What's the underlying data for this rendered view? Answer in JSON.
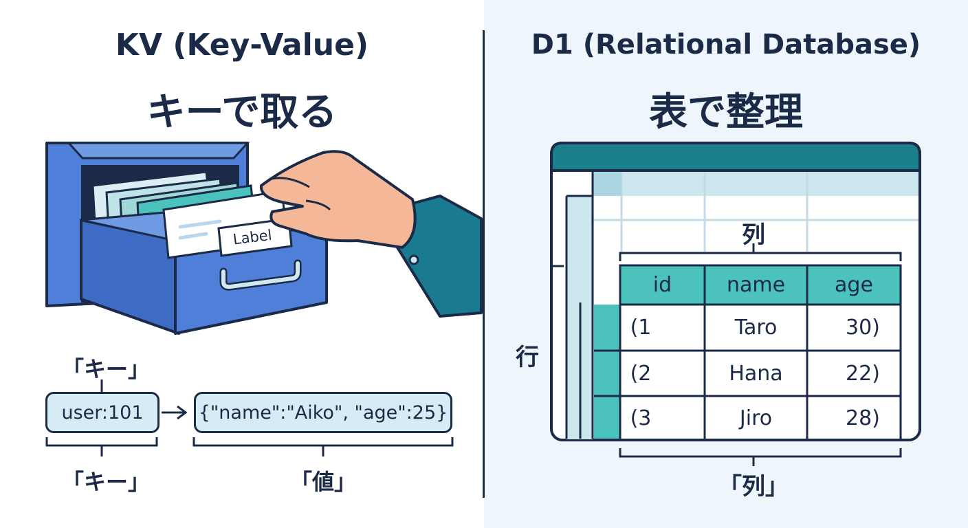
{
  "kv": {
    "title_en": "KV (Key-Value)",
    "title_ja": "キーで取る",
    "drawer_label": "Label",
    "key_label_top": "「キー」",
    "key_label_bottom": "「キー」",
    "value_label": "「値」",
    "key_example": "user:101",
    "value_example": "{\"name\":\"Aiko\", \"age\":25}"
  },
  "d1": {
    "title_en": "D1 (Relational Database)",
    "title_ja": "表で整理",
    "column_label_top": "列",
    "column_label_bottom": "「列」",
    "row_label": "行",
    "table": {
      "headers": [
        "id",
        "name",
        "age"
      ],
      "rows": [
        [
          "(1",
          "Taro",
          "30)"
        ],
        [
          "(2",
          "Hana",
          "22)"
        ],
        [
          "(3",
          "Jiro",
          "28)"
        ]
      ]
    }
  },
  "colors": {
    "navy": "#1b2a47",
    "teal_header": "#1b7f8c",
    "teal_cell": "#4cc2bd",
    "light_blue": "#cce6ee",
    "drawer_blue": "#4f7fd9",
    "skin": "#f4b797",
    "sleeve": "#1a7a8f"
  },
  "icons": [
    "file-drawer-icon",
    "hand-icon",
    "arrow-right-icon"
  ]
}
